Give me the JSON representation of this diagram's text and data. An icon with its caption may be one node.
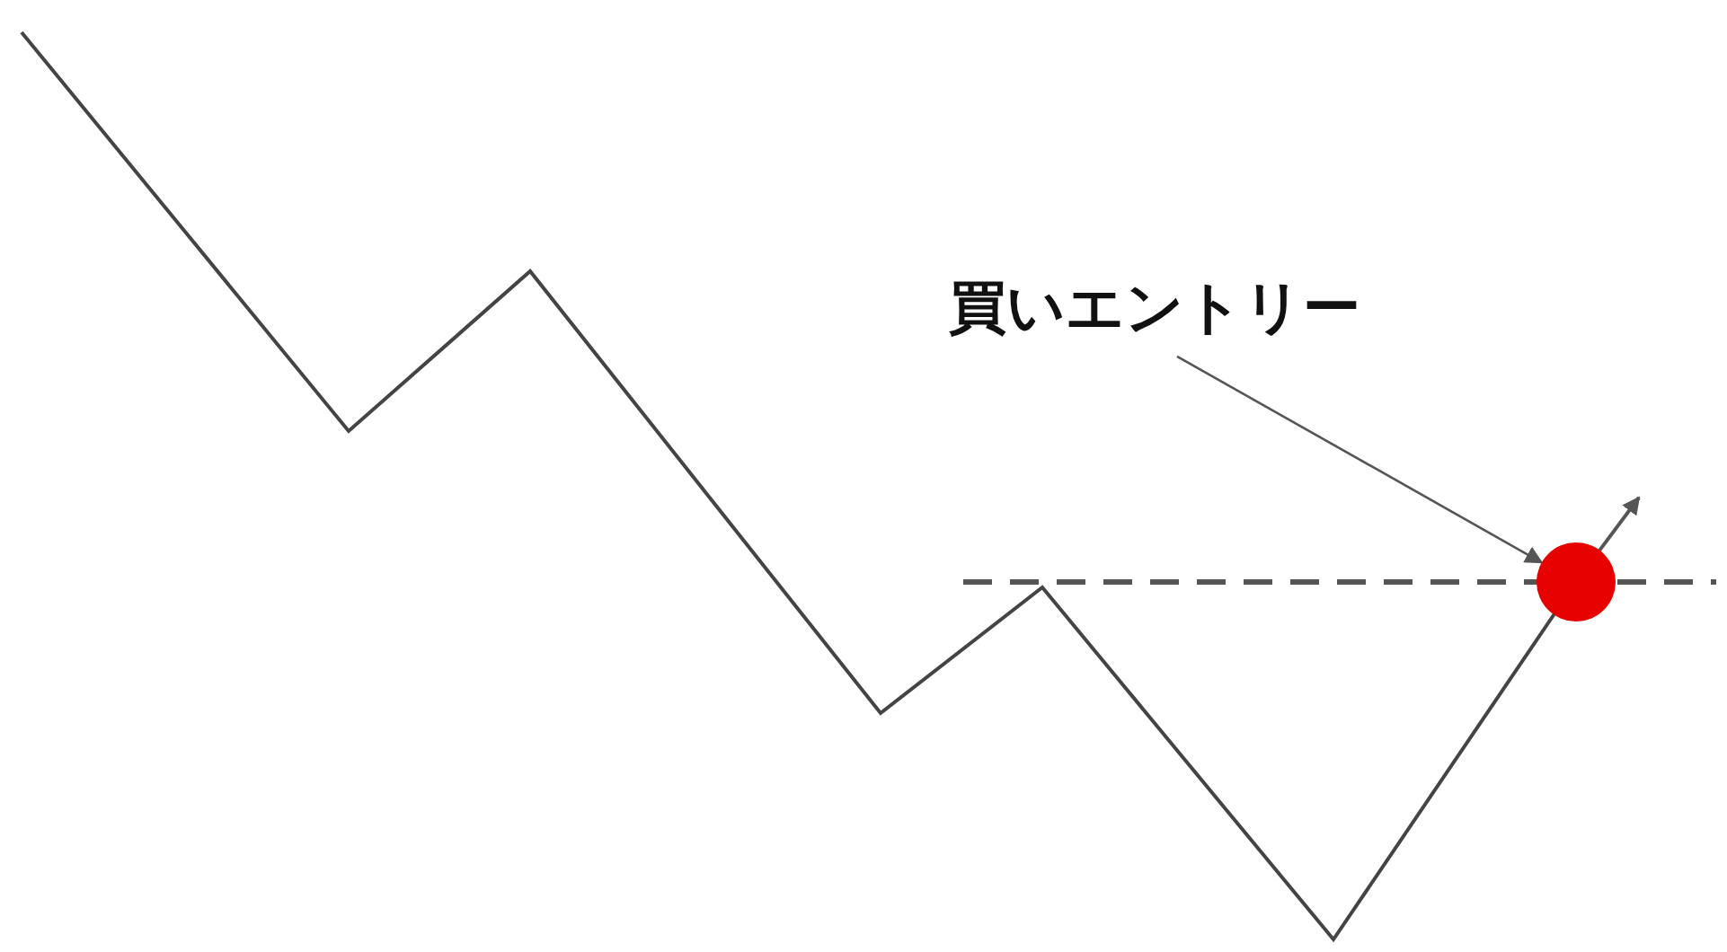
{
  "diagram": {
    "nodes": [
      {
        "text": [
          "買いエントリー"
        ]
      },
      {
        "text": [],
        "shape": "circle"
      }
    ],
    "edges": [
      {
        "from": 0,
        "to": 1,
        "arrow": "to"
      }
    ]
  }
}
